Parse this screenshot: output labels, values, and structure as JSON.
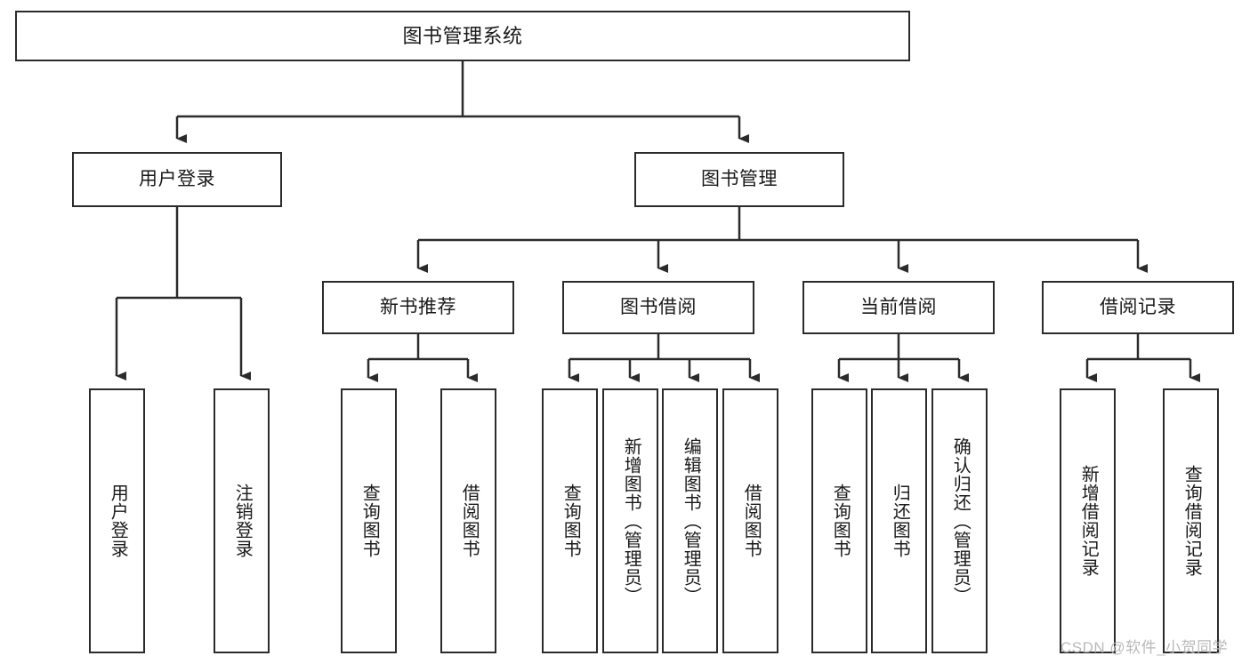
{
  "diagram": {
    "type": "tree-hierarchy-chart",
    "title": "图书管理系统",
    "orientation": "top-down",
    "colors": {
      "stroke": "#2b2b2b",
      "fill": "#ffffff",
      "text": "#1a1a1a",
      "watermark": "#b9b9b9"
    },
    "root": {
      "label": "图书管理系统"
    },
    "level2": [
      {
        "label": "用户登录"
      },
      {
        "label": "图书管理"
      }
    ],
    "level3": [
      {
        "label": "新书推荐"
      },
      {
        "label": "图书借阅"
      },
      {
        "label": "当前借阅"
      },
      {
        "label": "借阅记录"
      }
    ],
    "leaves": {
      "user_login": [
        {
          "label": "用户登录"
        },
        {
          "label": "注销登录"
        }
      ],
      "new_book_recommend": [
        {
          "label": "查询图书"
        },
        {
          "label": "借阅图书"
        }
      ],
      "book_borrow": [
        {
          "label": "查询图书"
        },
        {
          "label": "新增图书（管理员）"
        },
        {
          "label": "编辑图书（管理员）"
        },
        {
          "label": "借阅图书"
        }
      ],
      "current_borrow": [
        {
          "label": "查询图书"
        },
        {
          "label": "归还图书"
        },
        {
          "label": "确认归还（管理员）"
        }
      ],
      "borrow_records": [
        {
          "label": "新增借阅记录"
        },
        {
          "label": "查询借阅记录"
        }
      ]
    }
  },
  "watermark": {
    "text": "CSDN @软件_小贺同学"
  }
}
